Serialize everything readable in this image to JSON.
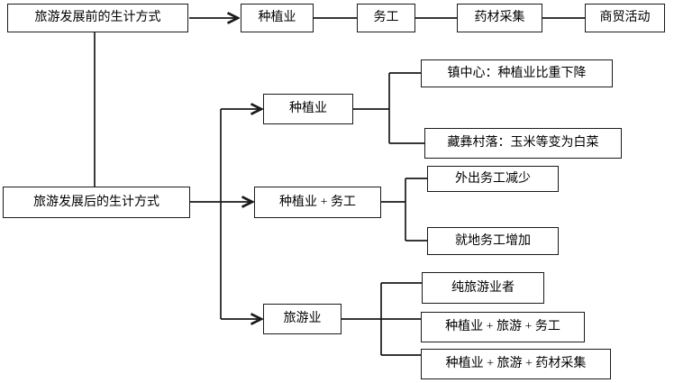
{
  "flowchart": {
    "before": {
      "label": "旅游发展前的生计方式",
      "modes": [
        "种植业",
        "务工",
        "药材采集",
        "商贸活动"
      ]
    },
    "after": {
      "label": "旅游发展后的生计方式",
      "branches": [
        {
          "label": "种植业",
          "outcomes": [
            "镇中心：种植业比重下降",
            "藏彝村落：玉米等变为白菜"
          ]
        },
        {
          "label": "种植业 + 务工",
          "outcomes": [
            "外出务工减少",
            "就地务工增加"
          ]
        },
        {
          "label": "旅游业",
          "outcomes": [
            "纯旅游业者",
            "种植业 + 旅游 + 务工",
            "种植业 + 旅游 + 药材采集"
          ]
        }
      ]
    },
    "colors": {
      "line": "#1a1a1a",
      "box_border": "#1a1a1a",
      "background": "#ffffff",
      "text": "#000000"
    }
  }
}
